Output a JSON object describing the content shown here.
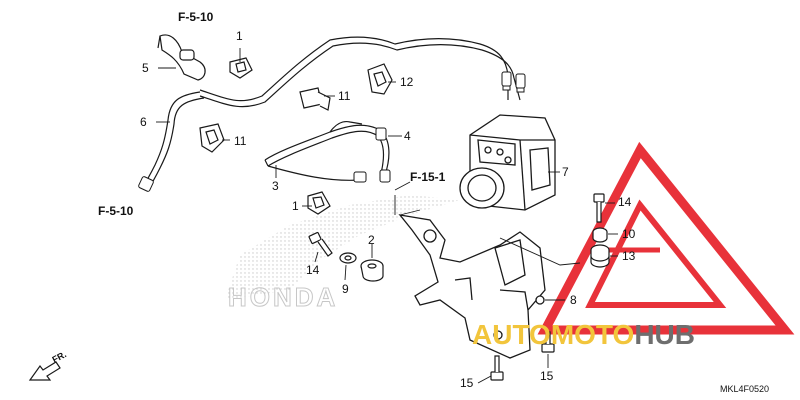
{
  "diagram": {
    "callouts": [
      "1",
      "5",
      "6",
      "11",
      "12",
      "4",
      "3",
      "7",
      "1",
      "11",
      "14",
      "10",
      "13",
      "2",
      "14",
      "9",
      "8",
      "15",
      "15"
    ],
    "refs": [
      "F-5-10",
      "F-5-10",
      "F-15-1"
    ],
    "brand_watermark": "HONDA",
    "direction_label": "FR.",
    "diagram_code": "MKL4F0520"
  },
  "watermark": {
    "text_main": "AUTOMOTO",
    "text_accent": "HUB",
    "colors": {
      "main": "#f2c53c",
      "accent": "#6e6e6e",
      "triangle": "#e8323a"
    }
  }
}
